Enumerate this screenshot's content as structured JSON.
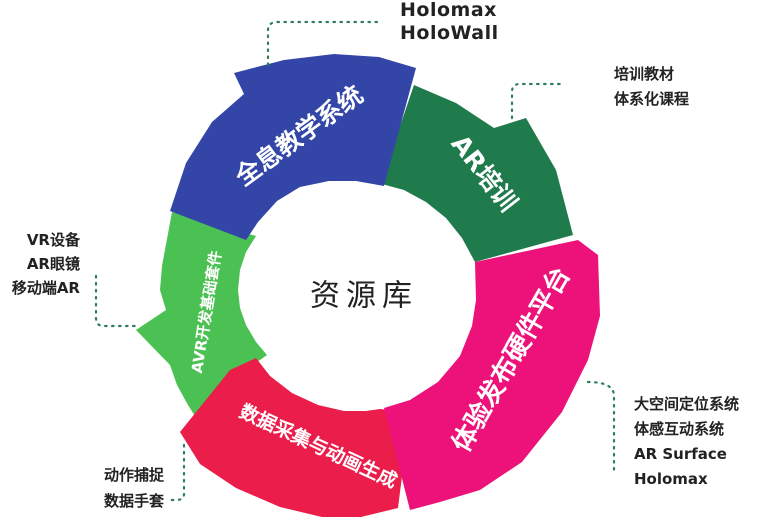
{
  "center": {
    "label": "资源库"
  },
  "segments": {
    "holo": {
      "label": "全息教学系统",
      "color": "#3346a8"
    },
    "ar": {
      "label": "AR培训",
      "color": "#1f7a4c"
    },
    "experience": {
      "label": "体验发布硬件平台",
      "color": "#ec1279"
    },
    "capture": {
      "label": "数据采集与动画生成",
      "color": "#ea1d4b"
    },
    "avr": {
      "label": "AVR开发基础套件",
      "color": "#4bc153"
    }
  },
  "callouts": {
    "holo": [
      "Holomax",
      "HoloWall"
    ],
    "ar": [
      "培训教材",
      "体系化课程"
    ],
    "avr": [
      "VR设备",
      "AR眼镜",
      "移动端AR"
    ],
    "experience": [
      "大空间定位系统",
      "体感互动系统",
      "AR Surface",
      "Holomax"
    ],
    "capture": [
      "动作捕捉",
      "数据手套"
    ]
  }
}
